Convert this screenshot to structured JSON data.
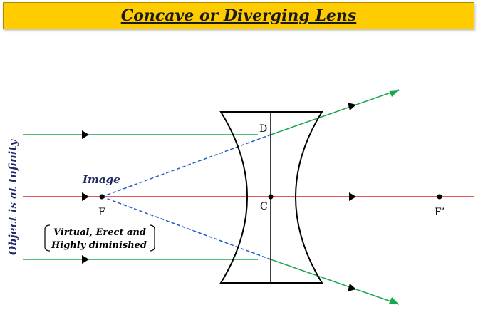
{
  "title": "Concave or Diverging Lens",
  "labels": {
    "object_side": "Object is at Infinity",
    "image": "Image",
    "note_line1": "Virtual, Erect and",
    "note_line2": "Highly diminished",
    "point_f": "F",
    "point_f_prime": "F’",
    "point_c": "C",
    "point_d": "D"
  },
  "colors": {
    "banner": "#ffcc00",
    "principal_axis": "#e02020",
    "rays": "#19a84a",
    "virtual_rays": "#1f5fbf",
    "lens": "#000000",
    "side_text": "#1f2a66"
  }
}
